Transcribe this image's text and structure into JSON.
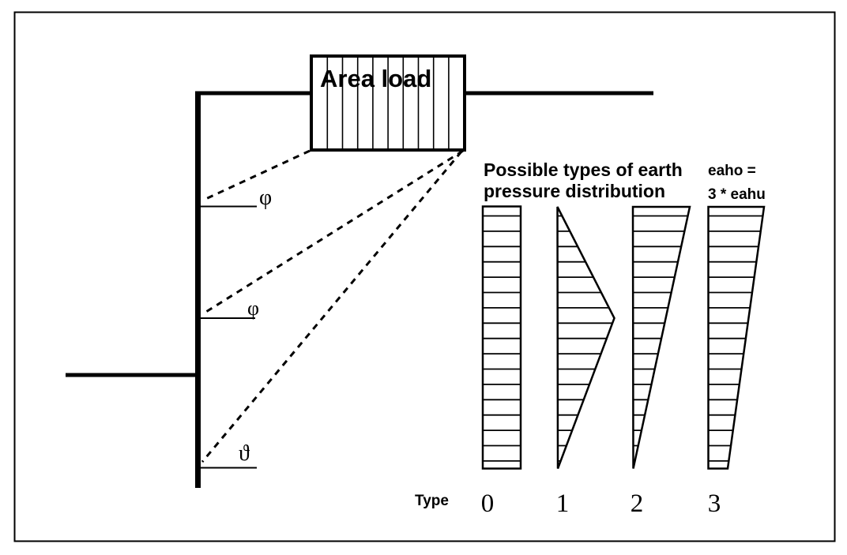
{
  "figure": {
    "area_load": {
      "label": "Area load"
    },
    "title": {
      "line1": "Possible types of earth",
      "line2": "pressure distribution"
    },
    "eaho_note": {
      "line1": "eaho =",
      "line2": "3 * eahu"
    },
    "type_row": {
      "label": "Type"
    },
    "types": [
      {
        "label": "0",
        "shape": "rectangle-uniform"
      },
      {
        "label": "1",
        "shape": "triangle-peak-at-mid-depth"
      },
      {
        "label": "2",
        "shape": "triangle-max-at-top"
      },
      {
        "label": "3",
        "shape": "trapezoid-top-three-times-bottom"
      }
    ],
    "angles": [
      {
        "symbol": "φ",
        "position": "upper"
      },
      {
        "symbol": "φ",
        "position": "middle"
      },
      {
        "symbol": "ϑ",
        "position": "lower"
      }
    ],
    "colors": {
      "line": "#000000",
      "background": "#ffffff",
      "text": "#000000"
    }
  }
}
